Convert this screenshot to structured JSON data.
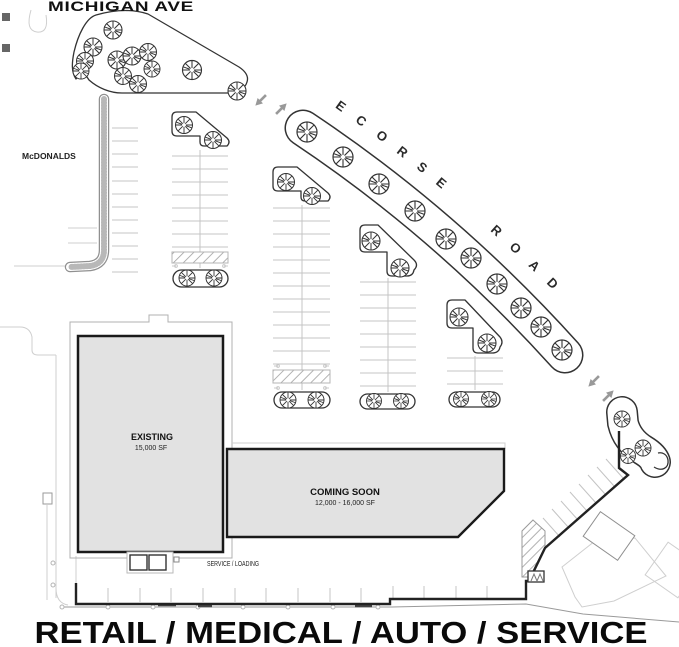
{
  "title": "MICHIGAN AVE",
  "road": {
    "name": "ECORSE ROAD"
  },
  "labels": {
    "mcdonalds": "McDONALDS",
    "service_loading": "SERVICE / LOADING",
    "banner": "RETAIL / MEDICAL / AUTO / SERVICE"
  },
  "buildings": {
    "existing": {
      "label": "EXISTING",
      "area": "15,000 SF"
    },
    "coming_soon": {
      "label": "COMING SOON",
      "area": "12,000 - 16,000 SF"
    }
  },
  "icons": {
    "tree": "circle-with-radial-spokes",
    "direction_arrow": "solid-gray-arrow",
    "hatch": "diagonal-line-hatch"
  },
  "colors": {
    "building_fill": "#e2e2e2",
    "building_stroke": "#1a1a1a",
    "line_dark": "#333333",
    "line_light": "#c4c4c4",
    "arrow_gray": "#999999",
    "text": "#111111"
  }
}
